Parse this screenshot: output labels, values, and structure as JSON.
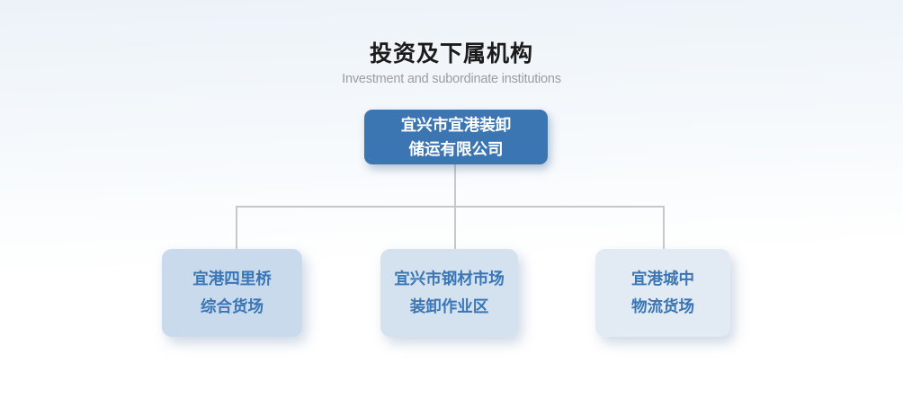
{
  "header": {
    "title": "投资及下属机构",
    "subtitle": "Investment and subordinate institutions"
  },
  "org_chart": {
    "root": {
      "line1": "宜兴市宜港装卸",
      "line2": "储运有限公司"
    },
    "children": [
      {
        "line1": "宜港四里桥",
        "line2": "综合货场"
      },
      {
        "line1": "宜兴市钢材市场",
        "line2": "装卸作业区"
      },
      {
        "line1": "宜港城中",
        "line2": "物流货场"
      }
    ]
  },
  "colors": {
    "root_bg": "#3b76b3",
    "child_bg_0": "#c9daed",
    "child_bg_1": "#d4e2f0",
    "child_bg_2": "#e2eaf4",
    "root_text": "#ffffff",
    "child_text": "#3a76b5",
    "connector": "#c7c8c9",
    "title_text": "#1b1b1b",
    "subtitle_text": "#9b9da0",
    "background_top": "#ecf2f8",
    "background_bottom": "#ffffff"
  }
}
